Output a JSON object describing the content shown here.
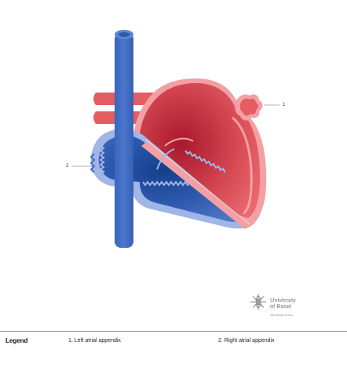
{
  "diagram": {
    "callouts": [
      {
        "number": "1",
        "label": "Left atrial appendix"
      },
      {
        "number": "2",
        "label": "Right atrial appendix"
      }
    ],
    "colors": {
      "left_heart": "#e35d63",
      "left_heart_dark": "#a8182c",
      "right_heart": "#4a70c0",
      "right_heart_dark": "#143f8c",
      "vessel_blue": "#3d6bc4",
      "pale_blue": "#9fb6e6",
      "pale_red": "#f3a0a4"
    }
  },
  "logo": {
    "name_line1": "University",
    "name_line2": "of Basel",
    "subtitle": "New Media Center",
    "icon": "university-of-basel-emblem"
  },
  "legend": {
    "title": "Legend",
    "items": [
      {
        "text": "1. Left atrial appendix"
      },
      {
        "text": "2. Right atrial appendix"
      }
    ]
  }
}
